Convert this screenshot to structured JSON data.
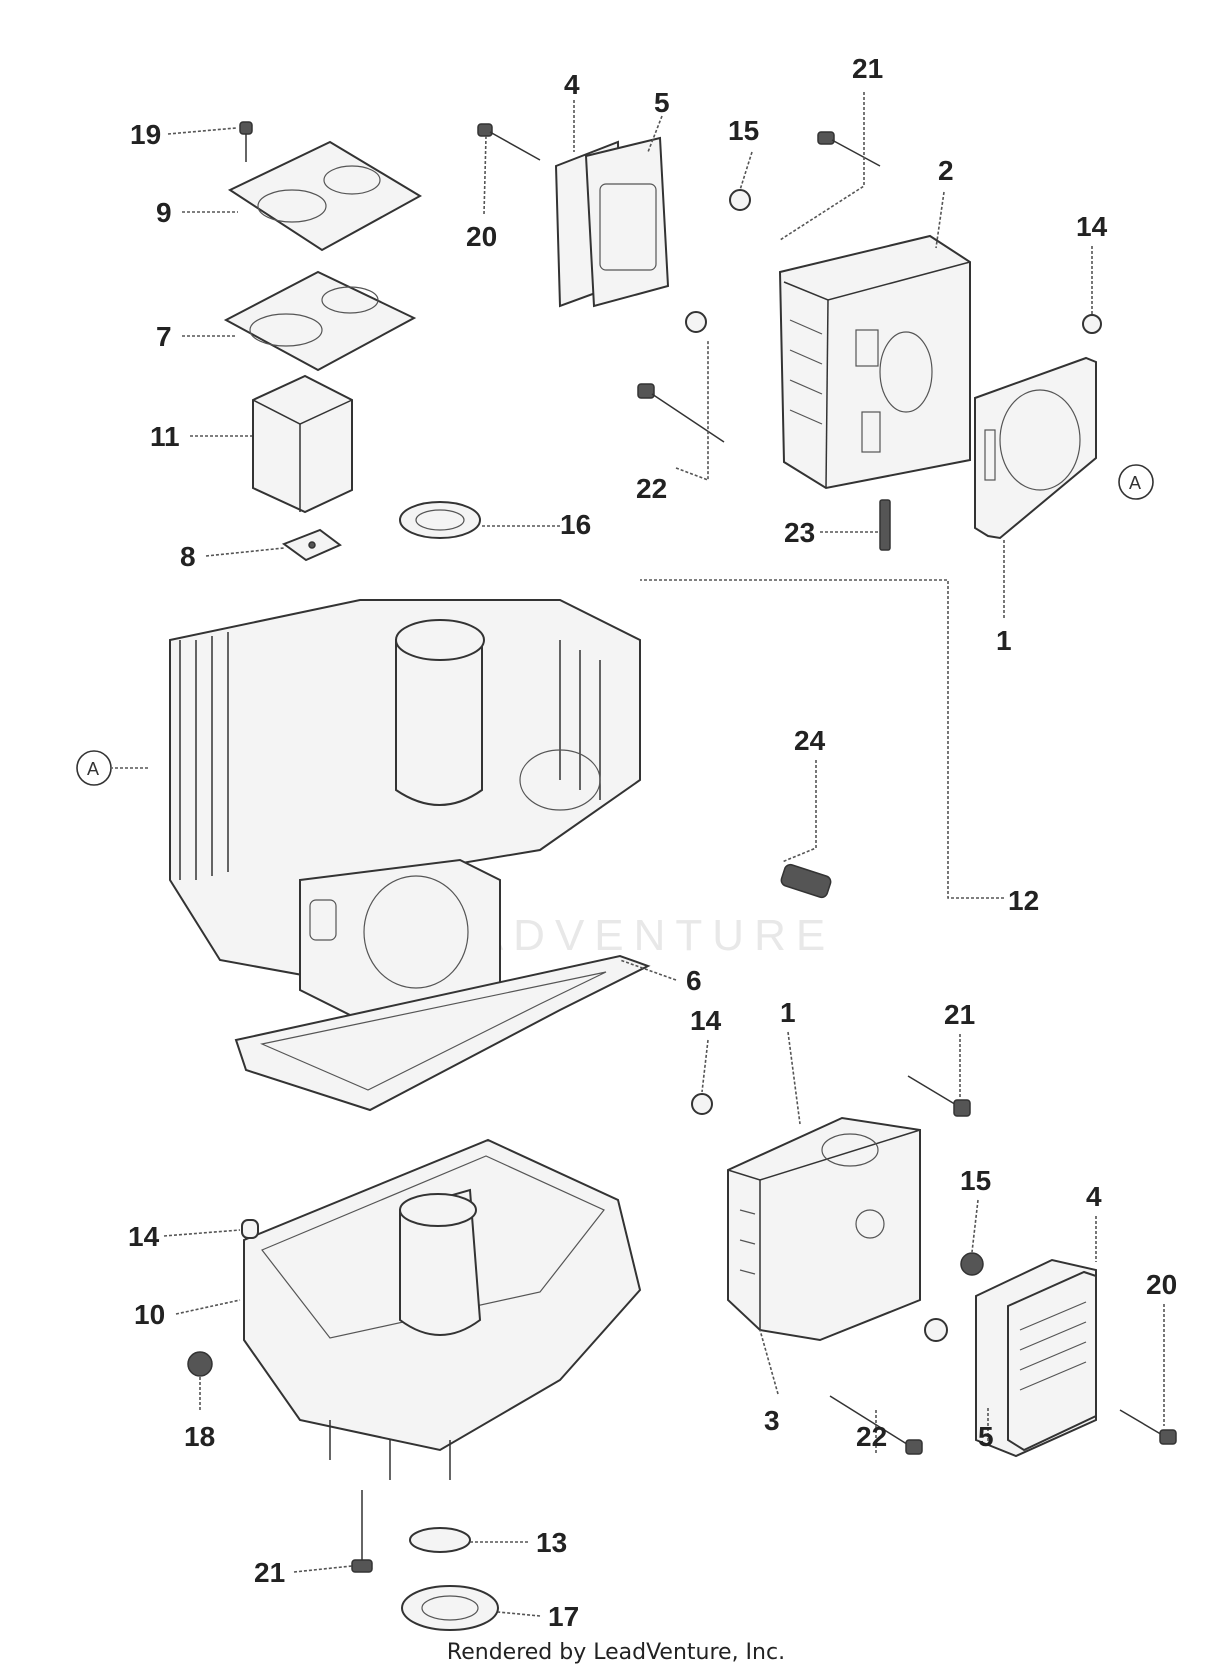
{
  "callouts": [
    {
      "id": "c19a",
      "label": "19"
    },
    {
      "id": "c9",
      "label": "9"
    },
    {
      "id": "c7",
      "label": "7"
    },
    {
      "id": "c11",
      "label": "11"
    },
    {
      "id": "c8",
      "label": "8"
    },
    {
      "id": "c16",
      "label": "16"
    },
    {
      "id": "c4a",
      "label": "4"
    },
    {
      "id": "c5a",
      "label": "5"
    },
    {
      "id": "c20a",
      "label": "20"
    },
    {
      "id": "c15a",
      "label": "15"
    },
    {
      "id": "c21a",
      "label": "21"
    },
    {
      "id": "c2",
      "label": "2"
    },
    {
      "id": "c14a",
      "label": "14"
    },
    {
      "id": "c22a",
      "label": "22"
    },
    {
      "id": "c23",
      "label": "23"
    },
    {
      "id": "c1a",
      "label": "1"
    },
    {
      "id": "c24",
      "label": "24"
    },
    {
      "id": "c12",
      "label": "12"
    },
    {
      "id": "c6",
      "label": "6"
    },
    {
      "id": "c14b",
      "label": "14"
    },
    {
      "id": "c1b",
      "label": "1"
    },
    {
      "id": "c21b",
      "label": "21"
    },
    {
      "id": "c15b",
      "label": "15"
    },
    {
      "id": "c4b",
      "label": "4"
    },
    {
      "id": "c20b",
      "label": "20"
    },
    {
      "id": "c14c",
      "label": "14"
    },
    {
      "id": "c10",
      "label": "10"
    },
    {
      "id": "c18",
      "label": "18"
    },
    {
      "id": "c3",
      "label": "3"
    },
    {
      "id": "c22b",
      "label": "22"
    },
    {
      "id": "c5b",
      "label": "5"
    },
    {
      "id": "c13",
      "label": "13"
    },
    {
      "id": "c21c",
      "label": "21"
    },
    {
      "id": "c17",
      "label": "17"
    }
  ],
  "reference_marks": {
    "gasket_ref": "A",
    "block_ref": "A"
  },
  "watermark": "LEADVENTURE",
  "footer": "Rendered by LeadVenture, Inc."
}
